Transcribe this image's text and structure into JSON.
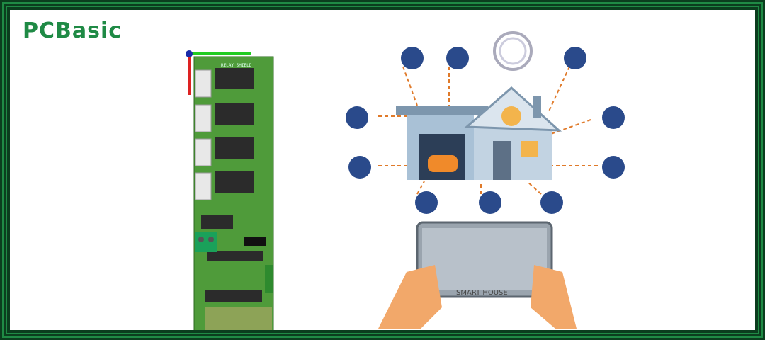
{
  "brand": {
    "name": "PCBasic",
    "primary_color": "#1f8a45"
  },
  "pcb": {
    "silkscreen": "RELAY SHIELD"
  },
  "smart_home": {
    "tablet_label": "SMART HOUSE",
    "icons": [
      "lock-icon",
      "remote-icon",
      "wifi-icon",
      "camera-icon",
      "thermometer-icon",
      "gears-icon",
      "faucet-icon",
      "cctv-icon",
      "fan-icon",
      "shield-icon",
      "ac-icon"
    ],
    "accent_color": "#2a4a8b",
    "line_color": "#e07a2a"
  }
}
